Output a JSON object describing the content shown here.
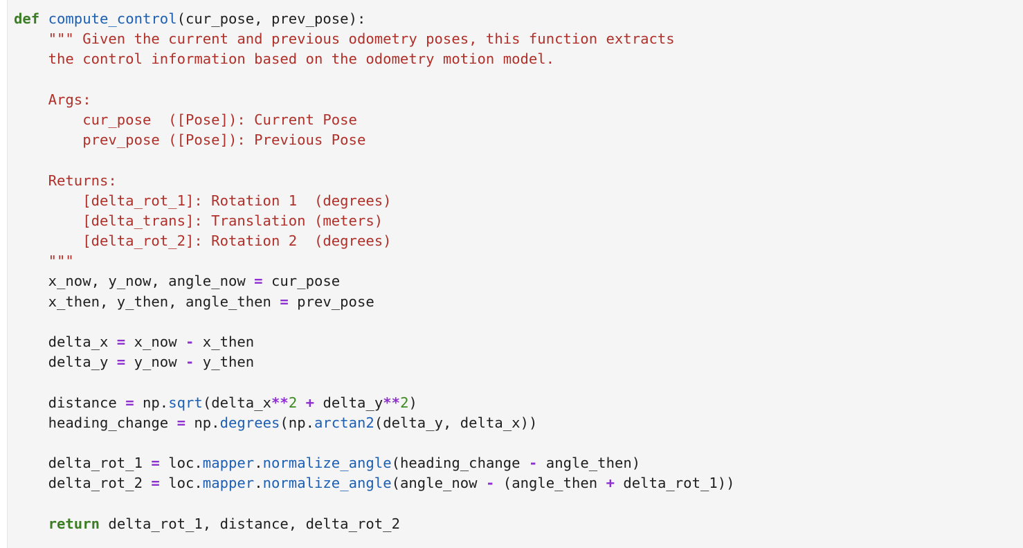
{
  "code_cell": {
    "lines": [
      [
        {
          "t": "def",
          "c": "kw"
        },
        {
          "t": " ",
          "c": "tx"
        },
        {
          "t": "compute_control",
          "c": "fn"
        },
        {
          "t": "(cur_pose, prev_pose):",
          "c": "tx"
        }
      ],
      [
        {
          "t": "    \"\"\" Given the current and previous odometry poses, this function extracts",
          "c": "str"
        }
      ],
      [
        {
          "t": "    the control information based on the odometry motion model.",
          "c": "str"
        }
      ],
      [
        {
          "t": "",
          "c": "tx"
        }
      ],
      [
        {
          "t": "    Args:",
          "c": "str"
        }
      ],
      [
        {
          "t": "        cur_pose  ([Pose]): Current Pose",
          "c": "str"
        }
      ],
      [
        {
          "t": "        prev_pose ([Pose]): Previous Pose",
          "c": "str"
        }
      ],
      [
        {
          "t": "",
          "c": "tx"
        }
      ],
      [
        {
          "t": "    Returns:",
          "c": "str"
        }
      ],
      [
        {
          "t": "        [delta_rot_1]: Rotation 1  (degrees)",
          "c": "str"
        }
      ],
      [
        {
          "t": "        [delta_trans]: Translation (meters)",
          "c": "str"
        }
      ],
      [
        {
          "t": "        [delta_rot_2]: Rotation 2  (degrees)",
          "c": "str"
        }
      ],
      [
        {
          "t": "    \"\"\"",
          "c": "str"
        }
      ],
      [
        {
          "t": "    x_now, y_now, angle_now ",
          "c": "tx"
        },
        {
          "t": "=",
          "c": "op"
        },
        {
          "t": " cur_pose",
          "c": "tx"
        }
      ],
      [
        {
          "t": "    x_then, y_then, angle_then ",
          "c": "tx"
        },
        {
          "t": "=",
          "c": "op"
        },
        {
          "t": " prev_pose",
          "c": "tx"
        }
      ],
      [
        {
          "t": "",
          "c": "tx"
        }
      ],
      [
        {
          "t": "    delta_x ",
          "c": "tx"
        },
        {
          "t": "=",
          "c": "op"
        },
        {
          "t": " x_now ",
          "c": "tx"
        },
        {
          "t": "-",
          "c": "op"
        },
        {
          "t": " x_then",
          "c": "tx"
        }
      ],
      [
        {
          "t": "    delta_y ",
          "c": "tx"
        },
        {
          "t": "=",
          "c": "op"
        },
        {
          "t": " y_now ",
          "c": "tx"
        },
        {
          "t": "-",
          "c": "op"
        },
        {
          "t": " y_then",
          "c": "tx"
        }
      ],
      [
        {
          "t": "",
          "c": "tx"
        }
      ],
      [
        {
          "t": "    distance ",
          "c": "tx"
        },
        {
          "t": "=",
          "c": "op"
        },
        {
          "t": " np.",
          "c": "tx"
        },
        {
          "t": "sqrt",
          "c": "attr"
        },
        {
          "t": "(delta_x",
          "c": "tx"
        },
        {
          "t": "**",
          "c": "op"
        },
        {
          "t": "2",
          "c": "num"
        },
        {
          "t": " ",
          "c": "tx"
        },
        {
          "t": "+",
          "c": "op"
        },
        {
          "t": " delta_y",
          "c": "tx"
        },
        {
          "t": "**",
          "c": "op"
        },
        {
          "t": "2",
          "c": "num"
        },
        {
          "t": ")",
          "c": "tx"
        }
      ],
      [
        {
          "t": "    heading_change ",
          "c": "tx"
        },
        {
          "t": "=",
          "c": "op"
        },
        {
          "t": " np.",
          "c": "tx"
        },
        {
          "t": "degrees",
          "c": "attr"
        },
        {
          "t": "(np.",
          "c": "tx"
        },
        {
          "t": "arctan2",
          "c": "attr"
        },
        {
          "t": "(delta_y, delta_x))",
          "c": "tx"
        }
      ],
      [
        {
          "t": "",
          "c": "tx"
        }
      ],
      [
        {
          "t": "    delta_rot_1 ",
          "c": "tx"
        },
        {
          "t": "=",
          "c": "op"
        },
        {
          "t": " loc.",
          "c": "tx"
        },
        {
          "t": "mapper",
          "c": "attr"
        },
        {
          "t": ".",
          "c": "tx"
        },
        {
          "t": "normalize_angle",
          "c": "attr"
        },
        {
          "t": "(heading_change ",
          "c": "tx"
        },
        {
          "t": "-",
          "c": "op"
        },
        {
          "t": " angle_then)",
          "c": "tx"
        }
      ],
      [
        {
          "t": "    delta_rot_2 ",
          "c": "tx"
        },
        {
          "t": "=",
          "c": "op"
        },
        {
          "t": " loc.",
          "c": "tx"
        },
        {
          "t": "mapper",
          "c": "attr"
        },
        {
          "t": ".",
          "c": "tx"
        },
        {
          "t": "normalize_angle",
          "c": "attr"
        },
        {
          "t": "(angle_now ",
          "c": "tx"
        },
        {
          "t": "-",
          "c": "op"
        },
        {
          "t": " (angle_then ",
          "c": "tx"
        },
        {
          "t": "+",
          "c": "op"
        },
        {
          "t": " delta_rot_1))",
          "c": "tx"
        }
      ],
      [
        {
          "t": "",
          "c": "tx"
        }
      ],
      [
        {
          "t": "    ",
          "c": "tx"
        },
        {
          "t": "return",
          "c": "kw"
        },
        {
          "t": " delta_rot_1, distance, delta_rot_2",
          "c": "tx"
        }
      ]
    ]
  }
}
